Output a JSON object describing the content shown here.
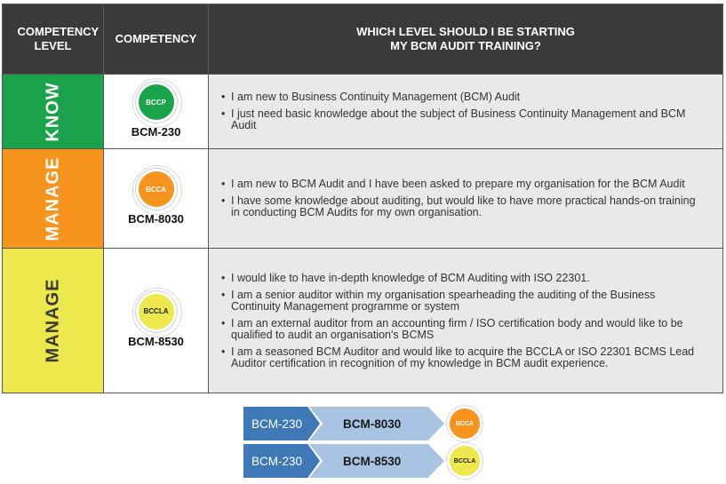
{
  "header": {
    "col1": "COMPETENCY LEVEL",
    "col2": "COMPETENCY",
    "col3_line1": "WHICH LEVEL SHOULD I BE STARTING",
    "col3_line2": "MY BCM AUDIT TRAINING?"
  },
  "rows": [
    {
      "level": "KNOW",
      "level_color": "#1aa34a",
      "level_text_color": "#ffffff",
      "seal_label": "BCCP",
      "seal_color": "#1aa34a",
      "seal_text_color": "#ffffff",
      "code": "BCM-230",
      "bullets": [
        "I am new to Business Continuity Management (BCM) Audit",
        "I just need basic knowledge about the subject of Business Continuity Management and BCM Audit"
      ]
    },
    {
      "level": "MANAGE",
      "level_color": "#f7941d",
      "level_text_color": "#ffffff",
      "seal_label": "BCCA",
      "seal_color": "#f7941d",
      "seal_text_color": "#ffffff",
      "code": "BCM-8030",
      "bullets": [
        "I am new to BCM Audit and I have been asked to prepare my organisation for the BCM Audit",
        "I have some knowledge about auditing, but would like to have more practical hands-on training in conducting BCM Audits for my own organisation."
      ]
    },
    {
      "level": "MANAGE",
      "level_color": "#ede84c",
      "level_text_color": "#3a3a3a",
      "seal_label": "BCCLA",
      "seal_color": "#ede84c",
      "seal_text_color": "#222222",
      "code": "BCM-8530",
      "bullets": [
        "I would like to have in-depth knowledge of BCM Auditing with ISO 22301.",
        "I am a senior auditor within my organisation spearheading the auditing of the Business Continuity Management programme or system",
        "I am an external auditor from an accounting firm / ISO certification body and would like to be qualified to audit an organisation's BCMS",
        "I am a seasoned BCM Auditor and would like to acquire the BCCLA or ISO 22301 BCMS Lead Auditor certification in recognition of my knowledge in BCM audit experience."
      ]
    }
  ],
  "paths": [
    {
      "from": "BCM-230",
      "to": "BCM-8030",
      "seal_label": "BCCA",
      "seal_color": "#f7941d",
      "seal_text_color": "#ffffff"
    },
    {
      "from": "BCM-230",
      "to": "BCM-8530",
      "seal_label": "BCCLA",
      "seal_color": "#ede84c",
      "seal_text_color": "#222222"
    }
  ]
}
